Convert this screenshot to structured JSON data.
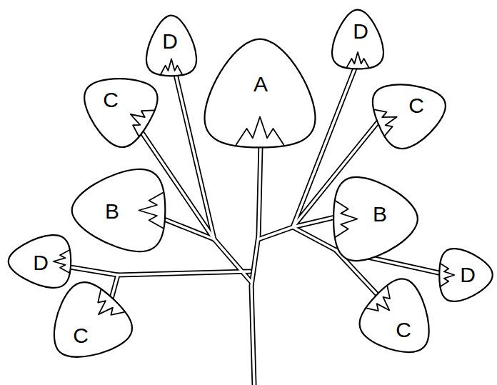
{
  "diagram": {
    "nodes": [
      {
        "text": [
          "D"
        ]
      },
      {
        "text": [
          "A"
        ]
      },
      {
        "text": [
          "D"
        ]
      },
      {
        "text": [
          "C"
        ]
      },
      {
        "text": [
          "C"
        ]
      },
      {
        "text": [
          "B"
        ]
      },
      {
        "text": [
          "B"
        ]
      },
      {
        "text": [
          "D"
        ]
      },
      {
        "text": [
          "C"
        ]
      },
      {
        "text": [
          "D"
        ]
      },
      {
        "text": [
          "C"
        ]
      }
    ]
  }
}
